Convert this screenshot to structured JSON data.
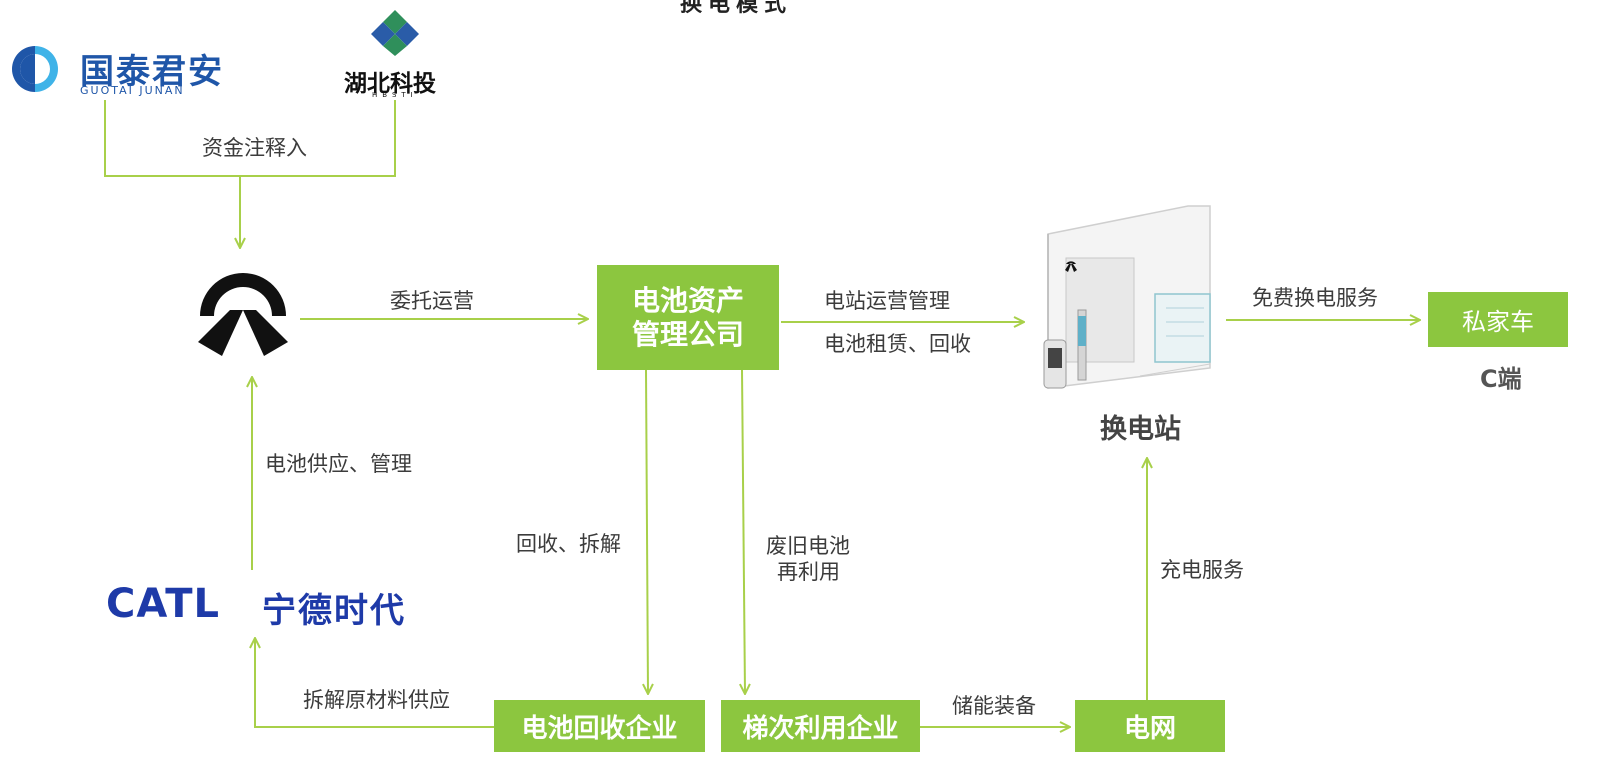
{
  "title": "换电模式",
  "logos": {
    "gtja": {
      "cn": "国泰君安",
      "en": "GUOTAI JUNAN"
    },
    "hbst": {
      "cn": "湖北科投",
      "en": "HBSTI"
    },
    "catl": {
      "en": "CATL",
      "cn": "宁德时代"
    },
    "nio": {
      "icon": "nio-logo"
    }
  },
  "nodes": {
    "asset_company": "电池资产\n管理公司",
    "swap_station": "换电站",
    "private_car": "私家车",
    "c_end": "C端",
    "recycle_company": "电池回收企业",
    "cascade_company": "梯次利用企业",
    "grid": "电网"
  },
  "edges": {
    "funding": "资金注释入",
    "entrust": "委托运营",
    "station_ops": "电站运营管理",
    "battery_lease": "电池租赁、回收",
    "free_swap": "免费换电服务",
    "battery_supply": "电池供应、管理",
    "recycle_dismantle": "回收、拆解",
    "waste_reuse_1": "废旧电池",
    "waste_reuse_2": "再利用",
    "charging": "充电服务",
    "raw_material": "拆解原材料供应",
    "energy_storage": "储能装备"
  },
  "colors": {
    "accent": "#8cc63f",
    "line": "#a8d04a",
    "brand_blue": "#1e3aa8"
  }
}
